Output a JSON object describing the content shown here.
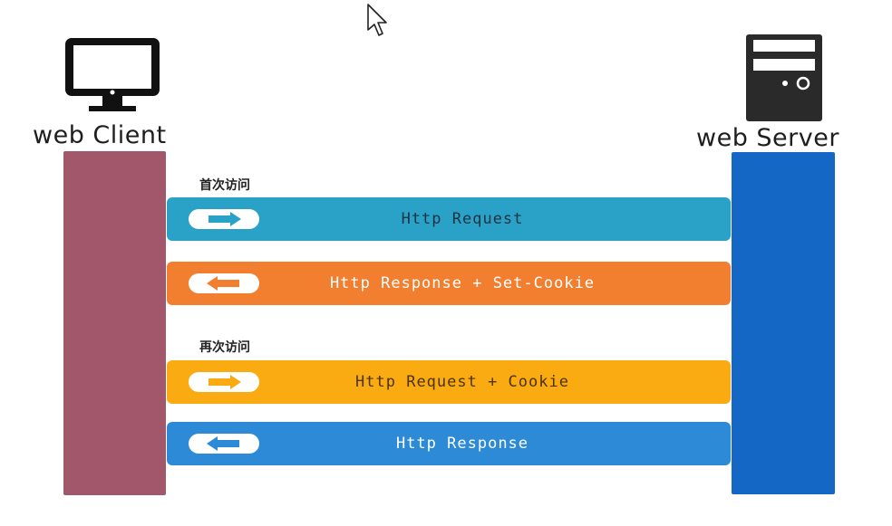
{
  "client": {
    "label": "web Client",
    "icon": "monitor-icon",
    "color": "#a2586a"
  },
  "server": {
    "label": "web Server",
    "icon": "server-icon",
    "color": "#1467c4"
  },
  "sections": [
    {
      "label": "首次访问"
    },
    {
      "label": "再次访问"
    }
  ],
  "messages": [
    {
      "text": "Http Request",
      "direction": "right",
      "color": "#2aa1c7",
      "text_color": "#1d3342"
    },
    {
      "text": "Http Response + Set-Cookie",
      "direction": "left",
      "color": "#f27f2f",
      "text_color": "#ffffff"
    },
    {
      "text": "Http Request + Cookie",
      "direction": "right",
      "color": "#fbab12",
      "text_color": "#4a3300"
    },
    {
      "text": "Http Response",
      "direction": "left",
      "color": "#2c8ad6",
      "text_color": "#ffffff"
    }
  ],
  "cursor": "mouse-pointer-icon"
}
